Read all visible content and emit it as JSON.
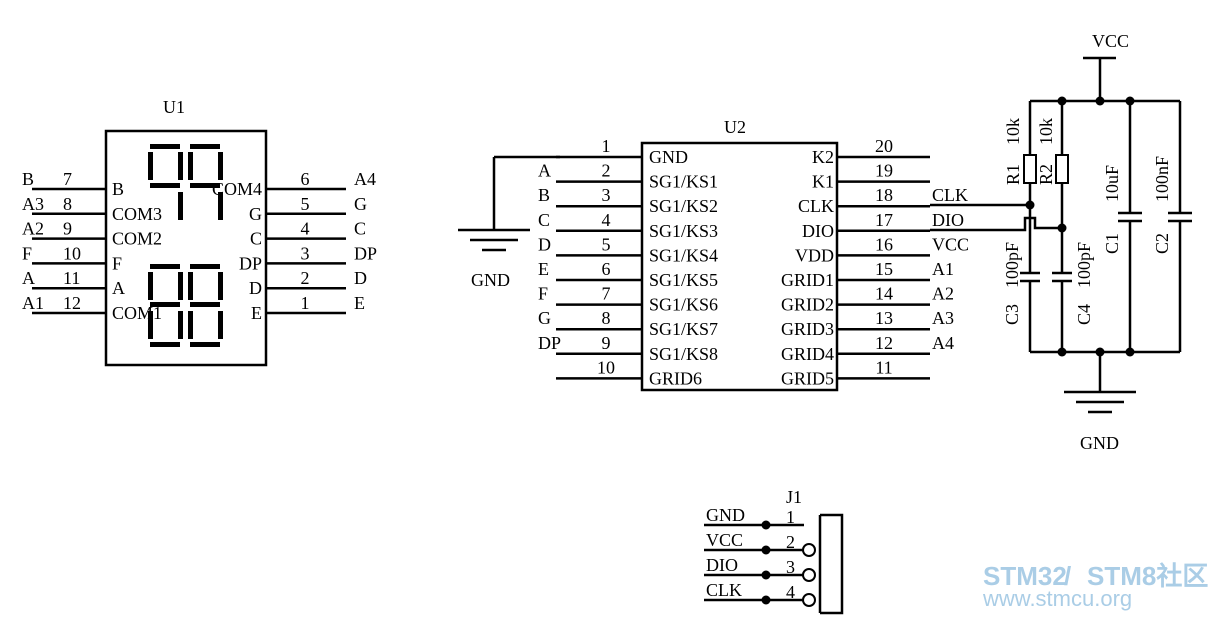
{
  "u1": {
    "ref": "U1",
    "left_pins": [
      {
        "net": "B",
        "num": "7",
        "label": "B"
      },
      {
        "net": "A3",
        "num": "8",
        "label": "COM3"
      },
      {
        "net": "A2",
        "num": "9",
        "label": "COM2"
      },
      {
        "net": "F",
        "num": "10",
        "label": "F"
      },
      {
        "net": "A",
        "num": "11",
        "label": "A"
      },
      {
        "net": "A1",
        "num": "12",
        "label": "COM1"
      }
    ],
    "right_pins": [
      {
        "net": "A4",
        "num": "6",
        "label": "COM4"
      },
      {
        "net": "G",
        "num": "5",
        "label": "G"
      },
      {
        "net": "C",
        "num": "4",
        "label": "C"
      },
      {
        "net": "DP",
        "num": "3",
        "label": "DP"
      },
      {
        "net": "D",
        "num": "2",
        "label": "D"
      },
      {
        "net": "E",
        "num": "1",
        "label": "E"
      }
    ]
  },
  "u2": {
    "ref": "U2",
    "gnd_label": "GND",
    "left_pins": [
      {
        "net": "",
        "num": "1",
        "label": "GND"
      },
      {
        "net": "A",
        "num": "2",
        "label": "SG1/KS1"
      },
      {
        "net": "B",
        "num": "3",
        "label": "SG1/KS2"
      },
      {
        "net": "C",
        "num": "4",
        "label": "SG1/KS3"
      },
      {
        "net": "D",
        "num": "5",
        "label": "SG1/KS4"
      },
      {
        "net": "E",
        "num": "6",
        "label": "SG1/KS5"
      },
      {
        "net": "F",
        "num": "7",
        "label": "SG1/KS6"
      },
      {
        "net": "G",
        "num": "8",
        "label": "SG1/KS7"
      },
      {
        "net": "DP",
        "num": "9",
        "label": "SG1/KS8"
      },
      {
        "net": "",
        "num": "10",
        "label": "GRID6"
      }
    ],
    "right_pins": [
      {
        "net": "",
        "num": "20",
        "label": "K2"
      },
      {
        "net": "",
        "num": "19",
        "label": "K1"
      },
      {
        "net": "CLK",
        "num": "18",
        "label": "CLK"
      },
      {
        "net": "DIO",
        "num": "17",
        "label": "DIO"
      },
      {
        "net": "VCC",
        "num": "16",
        "label": "VDD"
      },
      {
        "net": "A1",
        "num": "15",
        "label": "GRID1"
      },
      {
        "net": "A2",
        "num": "14",
        "label": "GRID2"
      },
      {
        "net": "A3",
        "num": "13",
        "label": "GRID3"
      },
      {
        "net": "A4",
        "num": "12",
        "label": "GRID4"
      },
      {
        "net": "",
        "num": "11",
        "label": "GRID5"
      }
    ]
  },
  "power": {
    "vcc": "VCC",
    "gnd": "GND",
    "r1": {
      "ref": "R1",
      "value": "10k"
    },
    "r2": {
      "ref": "R2",
      "value": "10k"
    },
    "c1": {
      "ref": "C1",
      "value": "10uF"
    },
    "c2": {
      "ref": "C2",
      "value": "100nF"
    },
    "c3": {
      "ref": "C3",
      "value": "100pF"
    },
    "c4": {
      "ref": "C4",
      "value": "100pF"
    }
  },
  "j1": {
    "ref": "J1",
    "pins": [
      {
        "num": "1",
        "net": "GND"
      },
      {
        "num": "2",
        "net": "VCC"
      },
      {
        "num": "3",
        "net": "DIO"
      },
      {
        "num": "4",
        "net": "CLK"
      }
    ]
  },
  "watermark": {
    "line1a": "STM32",
    "line1b": "/",
    "line1c": "STM8社区",
    "line2": "www.stmcu.org"
  }
}
